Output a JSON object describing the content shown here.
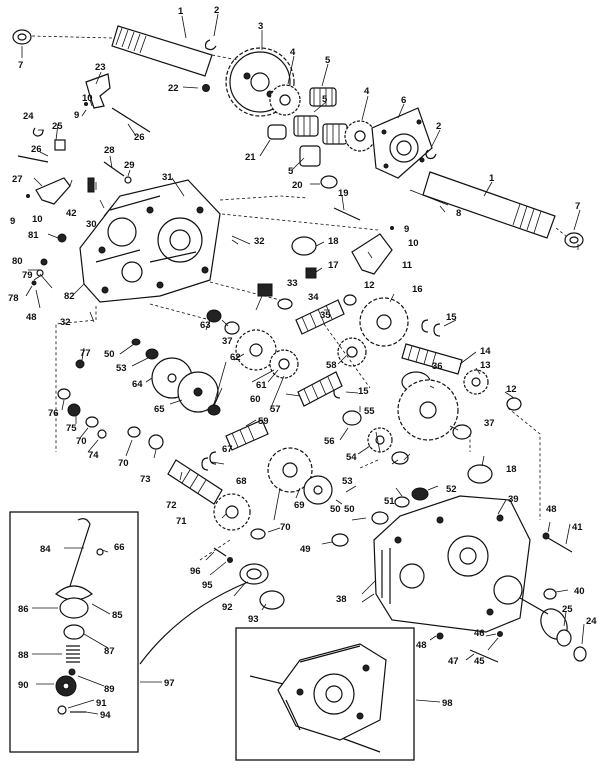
{
  "diagram": {
    "part_labels": {
      "p1a": "1",
      "p1b": "1",
      "p2a": "2",
      "p2b": "2",
      "p3": "3",
      "p4a": "4",
      "p4b": "4",
      "p5a": "5",
      "p5b": "5",
      "p5c": "5",
      "p6": "6",
      "p7a": "7",
      "p7b": "7",
      "p8": "8",
      "p9a": "9",
      "p9b": "9",
      "p9c": "9",
      "p10a": "10",
      "p10b": "10",
      "p10c": "10",
      "p11": "11",
      "p12a": "12",
      "p12b": "12",
      "p13": "13",
      "p14": "14",
      "p15a": "15",
      "p15b": "15",
      "p16": "16",
      "p17": "17",
      "p18a": "18",
      "p18b": "18",
      "p19": "19",
      "p20": "20",
      "p21": "21",
      "p22": "22",
      "p23": "23",
      "p24a": "24",
      "p24b": "24",
      "p25a": "25",
      "p25b": "25",
      "p26a": "26",
      "p26b": "26",
      "p27": "27",
      "p28": "28",
      "p29": "29",
      "p30": "30",
      "p31": "31",
      "p32a": "32",
      "p32b": "32",
      "p33": "33",
      "p34": "34",
      "p35": "35",
      "p36": "36",
      "p37a": "37",
      "p37b": "37",
      "p38": "38",
      "p39": "39",
      "p40": "40",
      "p41": "41",
      "p42": "42",
      "p45": "45",
      "p46": "46",
      "p47": "47",
      "p48a": "48",
      "p48b": "48",
      "p48c": "48",
      "p49": "49",
      "p50a": "50",
      "p50b": "50",
      "p50c": "50",
      "p51": "51",
      "p52": "52",
      "p53a": "53",
      "p53b": "53",
      "p54": "54",
      "p55": "55",
      "p56": "56",
      "p57": "57",
      "p58": "58",
      "p59": "59",
      "p60": "60",
      "p61": "61",
      "p62": "62",
      "p63": "63",
      "p64": "64",
      "p65": "65",
      "p67": "67",
      "p68": "68",
      "p69": "69",
      "p70a": "70",
      "p70b": "70",
      "p70c": "70",
      "p71": "71",
      "p72": "72",
      "p73": "73",
      "p74": "74",
      "p75": "75",
      "p76": "76",
      "p77": "77",
      "p78": "78",
      "p79": "79",
      "p80": "80",
      "p81": "81",
      "p82": "82",
      "p84": "84",
      "p85": "85",
      "p86": "86",
      "p87": "87",
      "p88": "88",
      "p89": "89",
      "p90": "90",
      "p91": "91",
      "p92": "92",
      "p93": "93",
      "p94": "94",
      "p95": "95",
      "p96": "96",
      "p97": "97",
      "p98": "98",
      "p66": "66"
    },
    "colors": {
      "ink": "#111111",
      "paper": "#ffffff"
    }
  }
}
